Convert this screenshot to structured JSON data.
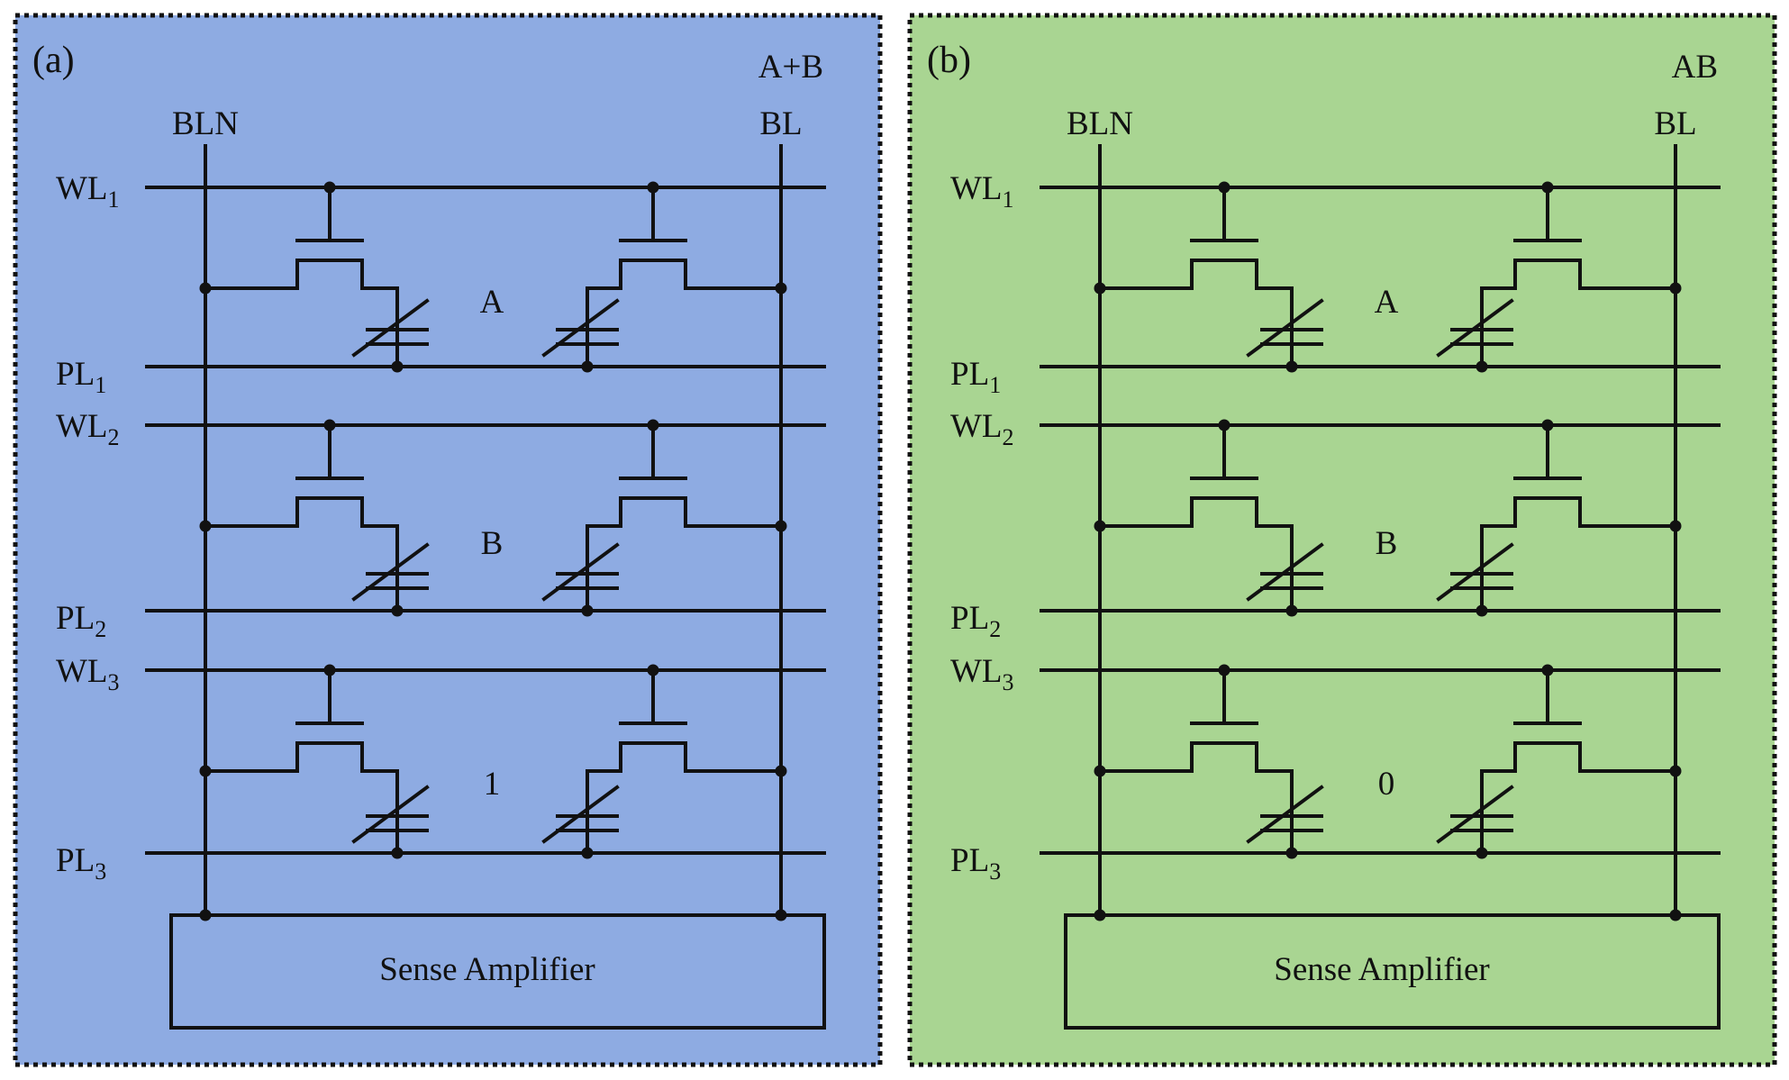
{
  "panels": [
    {
      "id": "a",
      "tag": "(a)",
      "op": "A+B",
      "bg": "#8eabe2",
      "left_line": "BLN",
      "right_line": "BL",
      "rows": [
        {
          "wl": "WL",
          "wl_sub": "1",
          "pl": "PL",
          "pl_sub": "1",
          "cell": "A"
        },
        {
          "wl": "WL",
          "wl_sub": "2",
          "pl": "PL",
          "pl_sub": "2",
          "cell": "B"
        },
        {
          "wl": "WL",
          "wl_sub": "3",
          "pl": "PL",
          "pl_sub": "3",
          "cell": "1"
        }
      ],
      "amp": "Sense Amplifier"
    },
    {
      "id": "b",
      "tag": "(b)",
      "op": "AB",
      "bg": "#a9d592",
      "left_line": "BLN",
      "right_line": "BL",
      "rows": [
        {
          "wl": "WL",
          "wl_sub": "1",
          "pl": "PL",
          "pl_sub": "1",
          "cell": "A"
        },
        {
          "wl": "WL",
          "wl_sub": "2",
          "pl": "PL",
          "pl_sub": "2",
          "cell": "B"
        },
        {
          "wl": "WL",
          "wl_sub": "3",
          "pl": "PL",
          "pl_sub": "3",
          "cell": "0"
        }
      ],
      "amp": "Sense Amplifier"
    }
  ]
}
